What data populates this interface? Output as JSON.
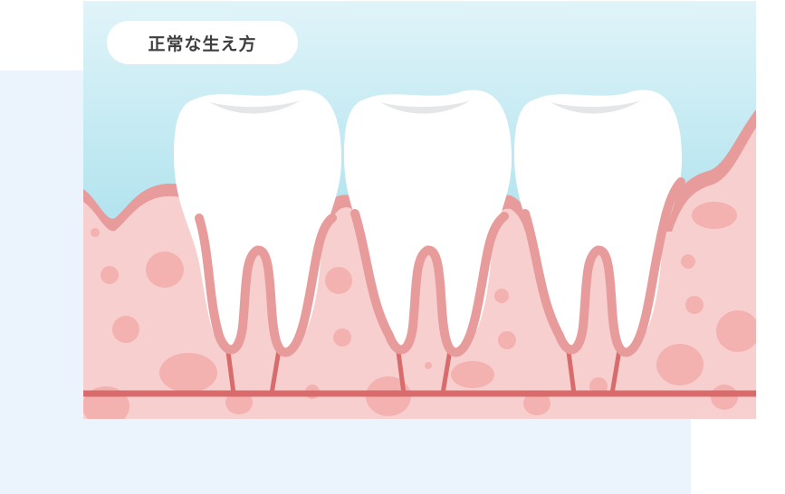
{
  "illustration": {
    "label": "正常な生え方",
    "subject": "teeth-normal-growth",
    "teeth_count": 3,
    "colors": {
      "sky_top": "#e0f4f9",
      "sky_bottom": "#b4e4ef",
      "gum": "#f8cfcf",
      "gum_outline": "#e89b9b",
      "spots": "#f3b2b0",
      "nerve_line": "#d86b6c",
      "tooth": "#ffffff",
      "tooth_shade": "#e4e6e8",
      "panel_bg": "#ebf4fc"
    }
  }
}
